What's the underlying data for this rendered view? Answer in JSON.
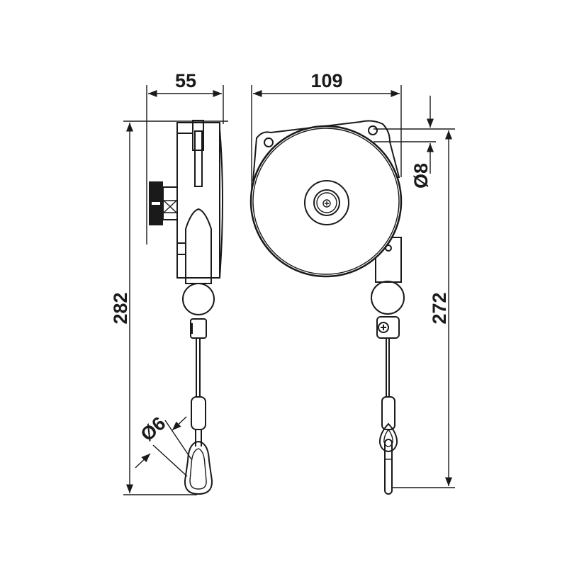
{
  "title": "Spring balancer dimension drawing",
  "dimensions": {
    "side_width": "55",
    "front_width": "109",
    "total_height": "282",
    "hook_height": "272",
    "hole_diameter": "Ø8",
    "carabiner_diameter": "Ø6"
  },
  "colors": {
    "line": "#1a1a1a",
    "background": "#ffffff"
  }
}
